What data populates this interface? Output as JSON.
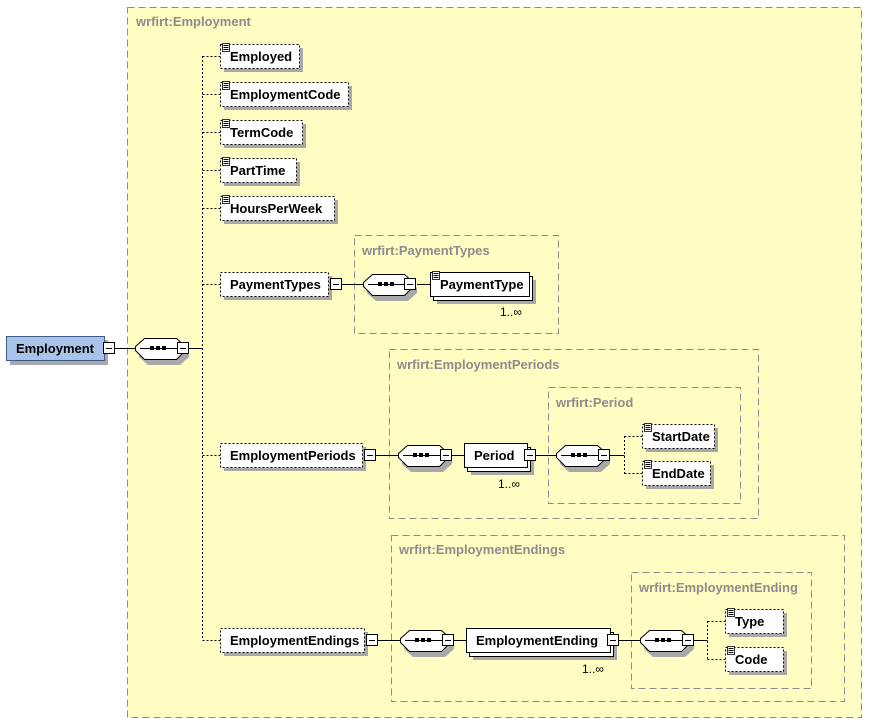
{
  "root": {
    "label": "Employment"
  },
  "types": {
    "employment": "wrfirt:Employment",
    "payment_types": "wrfirt:PaymentTypes",
    "employment_periods": "wrfirt:EmploymentPeriods",
    "period": "wrfirt:Period",
    "employment_endings": "wrfirt:EmploymentEndings",
    "employment_ending": "wrfirt:EmploymentEnding"
  },
  "elements": {
    "employed": "Employed",
    "employment_code": "EmploymentCode",
    "term_code": "TermCode",
    "part_time": "PartTime",
    "hours_per_week": "HoursPerWeek",
    "payment_types": "PaymentTypes",
    "payment_type": "PaymentType",
    "employment_periods": "EmploymentPeriods",
    "period": "Period",
    "start_date": "StartDate",
    "end_date": "EndDate",
    "employment_endings": "EmploymentEndings",
    "employment_ending": "EmploymentEnding",
    "type": "Type",
    "code": "Code"
  },
  "cardinality": {
    "payment_type": "1..∞",
    "period": "1..∞",
    "employment_ending": "1..∞"
  },
  "colors": {
    "type_background": "#fffdc2",
    "type_border": "#8c8c8c",
    "root_fill": "#a9c4e8"
  }
}
